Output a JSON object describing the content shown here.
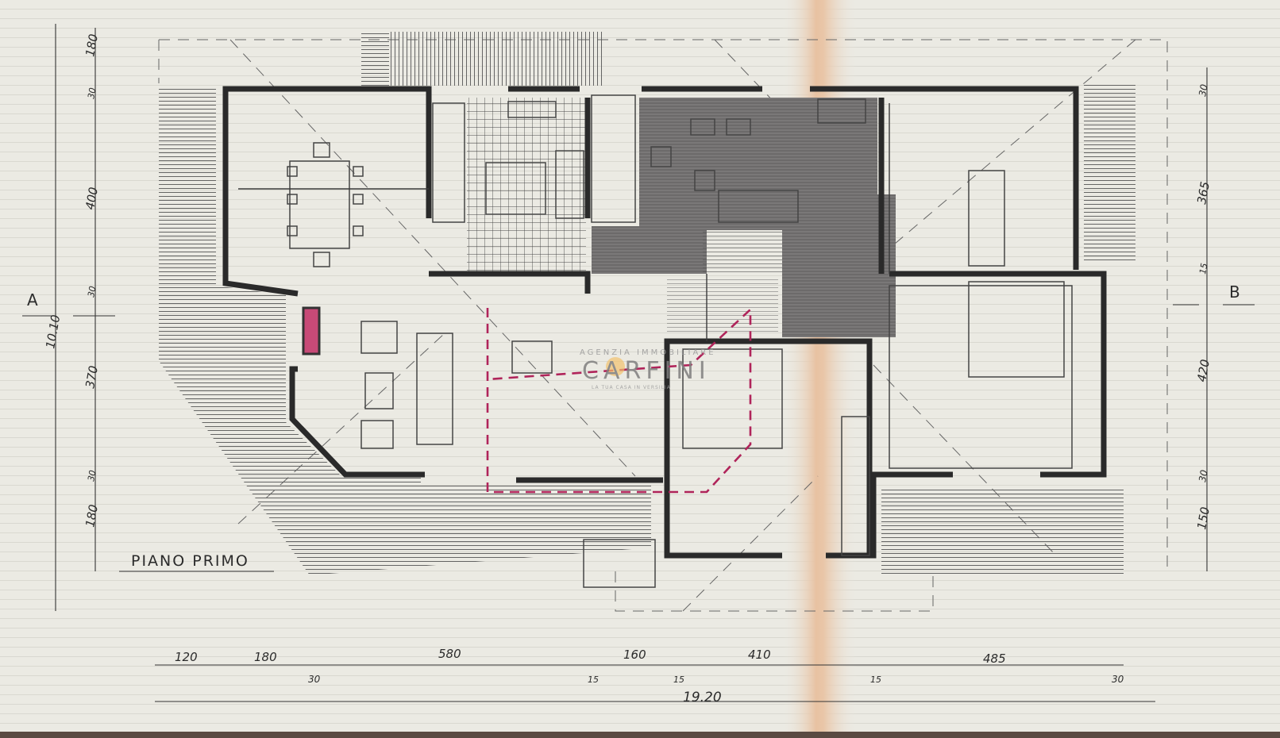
{
  "drawing": {
    "title": "PIANO PRIMO",
    "section_left": "A",
    "section_right": "B",
    "overall_width": "19.20",
    "overall_depth": "10.10"
  },
  "dimensions": {
    "bottom": [
      "120",
      "180",
      "30",
      "580",
      "15",
      "160",
      "15",
      "410",
      "15",
      "485",
      "30"
    ],
    "left": [
      "180",
      "30",
      "400",
      "30",
      "370",
      "30",
      "180"
    ],
    "right": [
      "30",
      "365",
      "15",
      "420",
      "30",
      "150"
    ]
  },
  "watermark": {
    "line1": "AGENZIA IMMOBILIARE",
    "brand": "CARFINI",
    "tagline": "LA TUA CASA IN VERSILIA"
  },
  "colors": {
    "paper": "#ebeae3",
    "ink": "#2a2a2a",
    "red_dashed": "#b0245a",
    "fold": "#e9c3a4"
  }
}
